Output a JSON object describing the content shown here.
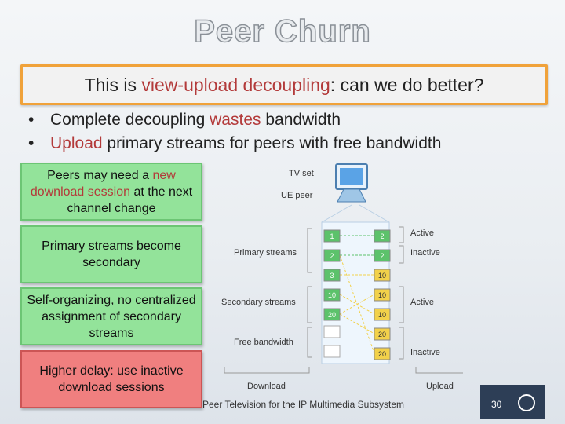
{
  "title": "Peer Churn",
  "callout": {
    "prefix": "This is ",
    "highlight": "view-upload decoupling",
    "suffix": ": can we do better?"
  },
  "bullets": [
    {
      "pre": "Complete decoupling ",
      "hl": "wastes",
      "post": " bandwidth"
    },
    {
      "pre": "",
      "hl": "Upload",
      "post": " primary streams for peers with free bandwidth"
    }
  ],
  "boxes": [
    {
      "pre": "Peers may need a ",
      "hl": "new download session",
      "post": " at the next channel change"
    },
    {
      "text": "Primary streams become secondary"
    },
    {
      "text": "Self-organizing, no centralized assignment of secondary streams"
    },
    {
      "text": "Higher delay: use inactive download sessions"
    }
  ],
  "diagram": {
    "tv_set": "TV set",
    "ue_peer": "UE peer",
    "primary_streams": "Primary streams",
    "secondary_streams": "Secondary streams",
    "free_bandwidth": "Free bandwidth",
    "active_1": "Active",
    "inactive_1": "Inactive",
    "active_2": "Active",
    "inactive_2": "Inactive",
    "download": "Download",
    "upload": "Upload",
    "download_cells": [
      "1",
      "2",
      "3",
      "10",
      "20"
    ],
    "upload_cells": [
      "2",
      "2",
      "10",
      "10",
      "10",
      "20",
      "20"
    ]
  },
  "footer": "Peer Television for the IP Multimedia Subsystem",
  "page_number": "30",
  "colors": {
    "accent_red": "#b33a3a",
    "callout_border": "#f0a23a",
    "green_box": "#93e39a",
    "red_box": "#f07f7f",
    "cell_green": "#5cc26b",
    "cell_yellow": "#f2d14a"
  }
}
